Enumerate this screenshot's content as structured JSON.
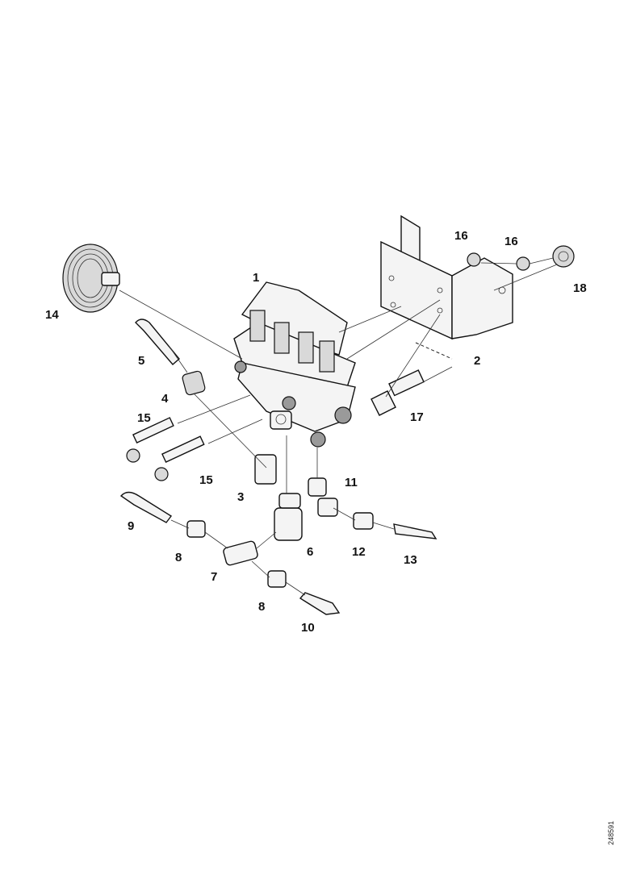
{
  "diagram": {
    "callouts": [
      {
        "id": "c1",
        "label": "1"
      },
      {
        "id": "c2",
        "label": "2"
      },
      {
        "id": "c3",
        "label": "3"
      },
      {
        "id": "c4",
        "label": "4"
      },
      {
        "id": "c5",
        "label": "5"
      },
      {
        "id": "c6",
        "label": "6"
      },
      {
        "id": "c7",
        "label": "7"
      },
      {
        "id": "c8a",
        "label": "8"
      },
      {
        "id": "c8b",
        "label": "8"
      },
      {
        "id": "c9",
        "label": "9"
      },
      {
        "id": "c10",
        "label": "10"
      },
      {
        "id": "c11",
        "label": "11"
      },
      {
        "id": "c12",
        "label": "12"
      },
      {
        "id": "c13",
        "label": "13"
      },
      {
        "id": "c14",
        "label": "14"
      },
      {
        "id": "c15a",
        "label": "15"
      },
      {
        "id": "c15b",
        "label": "15"
      },
      {
        "id": "c16a",
        "label": "16"
      },
      {
        "id": "c16b",
        "label": "16"
      },
      {
        "id": "c17",
        "label": "17"
      },
      {
        "id": "c18",
        "label": "18"
      }
    ],
    "side_code": "248591"
  }
}
